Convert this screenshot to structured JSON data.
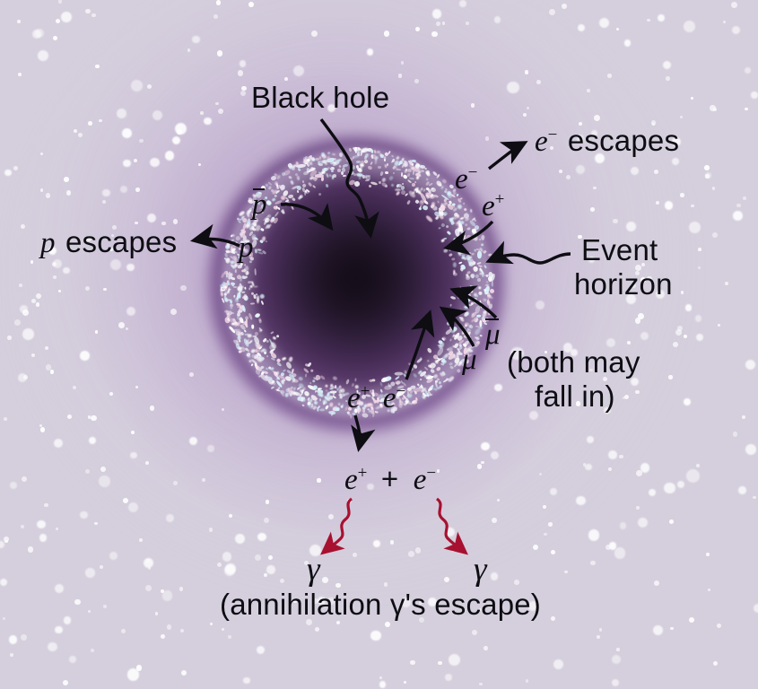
{
  "figure": {
    "title": "Hawking radiation at a black hole event horizon",
    "background_color": "#d5cfdd",
    "hole_color": "#140c18",
    "gamma_arrow_color": "#a81030",
    "arrow_color": "#0d0d12"
  },
  "labels": {
    "black_hole": "Black hole",
    "event": "Event",
    "horizon": "horizon",
    "p_escapes_symbol": "p",
    "p_escapes_word": "escapes",
    "p_bar": "p",
    "p": "p",
    "e_minus_escapes_symbol": "e",
    "e_minus_escapes_sup": "−",
    "e_minus_escapes_word": "escapes",
    "e_minus": "e",
    "e_minus_sup": "−",
    "e_plus": "e",
    "e_plus_sup": "+",
    "mu_bar": "μ",
    "mu": "μ",
    "both_may": "(both may",
    "fall_in": "fall in)",
    "pair_e_plus": "e",
    "pair_e_plus_sup": "+",
    "pair_e_minus": "e",
    "pair_e_minus_sup": "−",
    "annihil_e_plus": "e",
    "annihil_e_plus_sup": "+",
    "annihil_plus": "+",
    "annihil_e_minus": "e",
    "annihil_e_minus_sup": "−",
    "gamma_left": "γ",
    "gamma_right": "γ",
    "caption": "(annihilation γ's escape)"
  }
}
